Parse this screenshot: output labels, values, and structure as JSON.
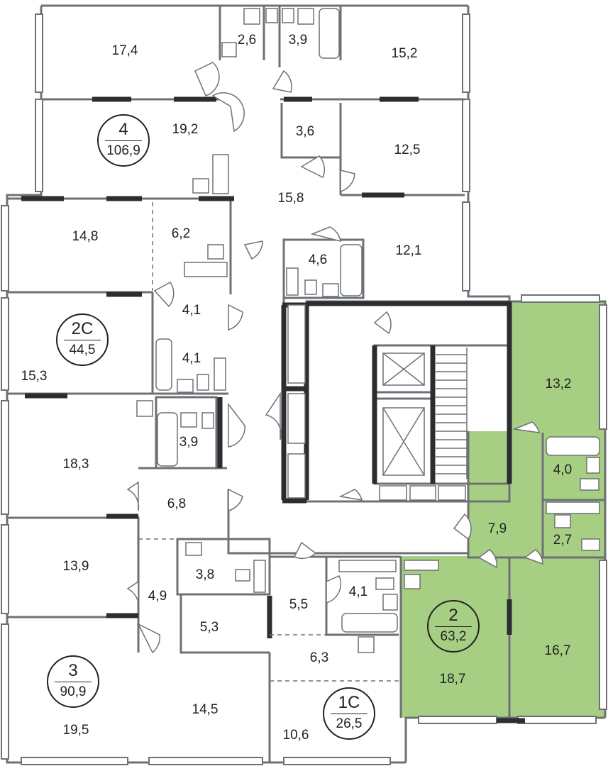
{
  "colors": {
    "highlight": "#a6cf83",
    "wall": "#6d7175",
    "dark_wall": "#2b2d30"
  },
  "apartments": [
    {
      "id": "apt-4",
      "number": "4",
      "area": "106,9"
    },
    {
      "id": "apt-2c",
      "number": "2С",
      "area": "44,5"
    },
    {
      "id": "apt-3",
      "number": "3",
      "area": "90,9"
    },
    {
      "id": "apt-1c",
      "number": "1С",
      "area": "26,5"
    },
    {
      "id": "apt-2",
      "number": "2",
      "area": "63,2",
      "highlighted": true
    }
  ],
  "rooms": [
    "17,4",
    "2,6",
    "3,9",
    "15,2",
    "19,2",
    "3,6",
    "12,5",
    "15,8",
    "14,8",
    "6,2",
    "4,6",
    "12,1",
    "4,1",
    "4,1",
    "15,3",
    "13,2",
    "18,3",
    "3,9",
    "4,0",
    "6,8",
    "7,9",
    "2,7",
    "13,9",
    "3,8",
    "4,9",
    "5,5",
    "4,1",
    "5,3",
    "6,3",
    "18,7",
    "16,7",
    "14,5",
    "19,5",
    "10,6"
  ]
}
